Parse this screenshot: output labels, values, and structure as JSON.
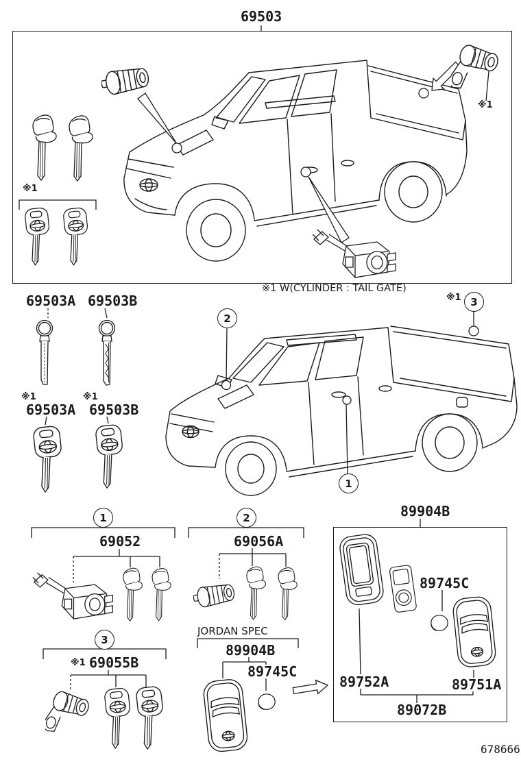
{
  "doc": {
    "number": "678666"
  },
  "labels": {
    "note_tailgate": "※1 W(CYLINDER : TAIL GATE)",
    "jordan_spec": "JORDAN SPEC",
    "ref_marker": "※1"
  },
  "callouts": {
    "one": "1",
    "two": "2",
    "three": "3"
  },
  "parts": {
    "lock_cylinder_set": "69503",
    "key_blank_a": "69503A",
    "key_blank_b": "69503B",
    "master_key_a": "69503A",
    "master_key_b": "69503B",
    "cylinder_set_ignition": "69052",
    "cylinder_set_door": "69056A",
    "cylinder_set_tailgate": "69055B",
    "transmitter_jordan": "89904B",
    "battery_jordan": "89745C",
    "transmitter_set": "89904B",
    "battery": "89745C",
    "transmitter_housing_back": "89752A",
    "transmitter_housing_cover": "89751A",
    "transmitter_assy": "89072B"
  }
}
